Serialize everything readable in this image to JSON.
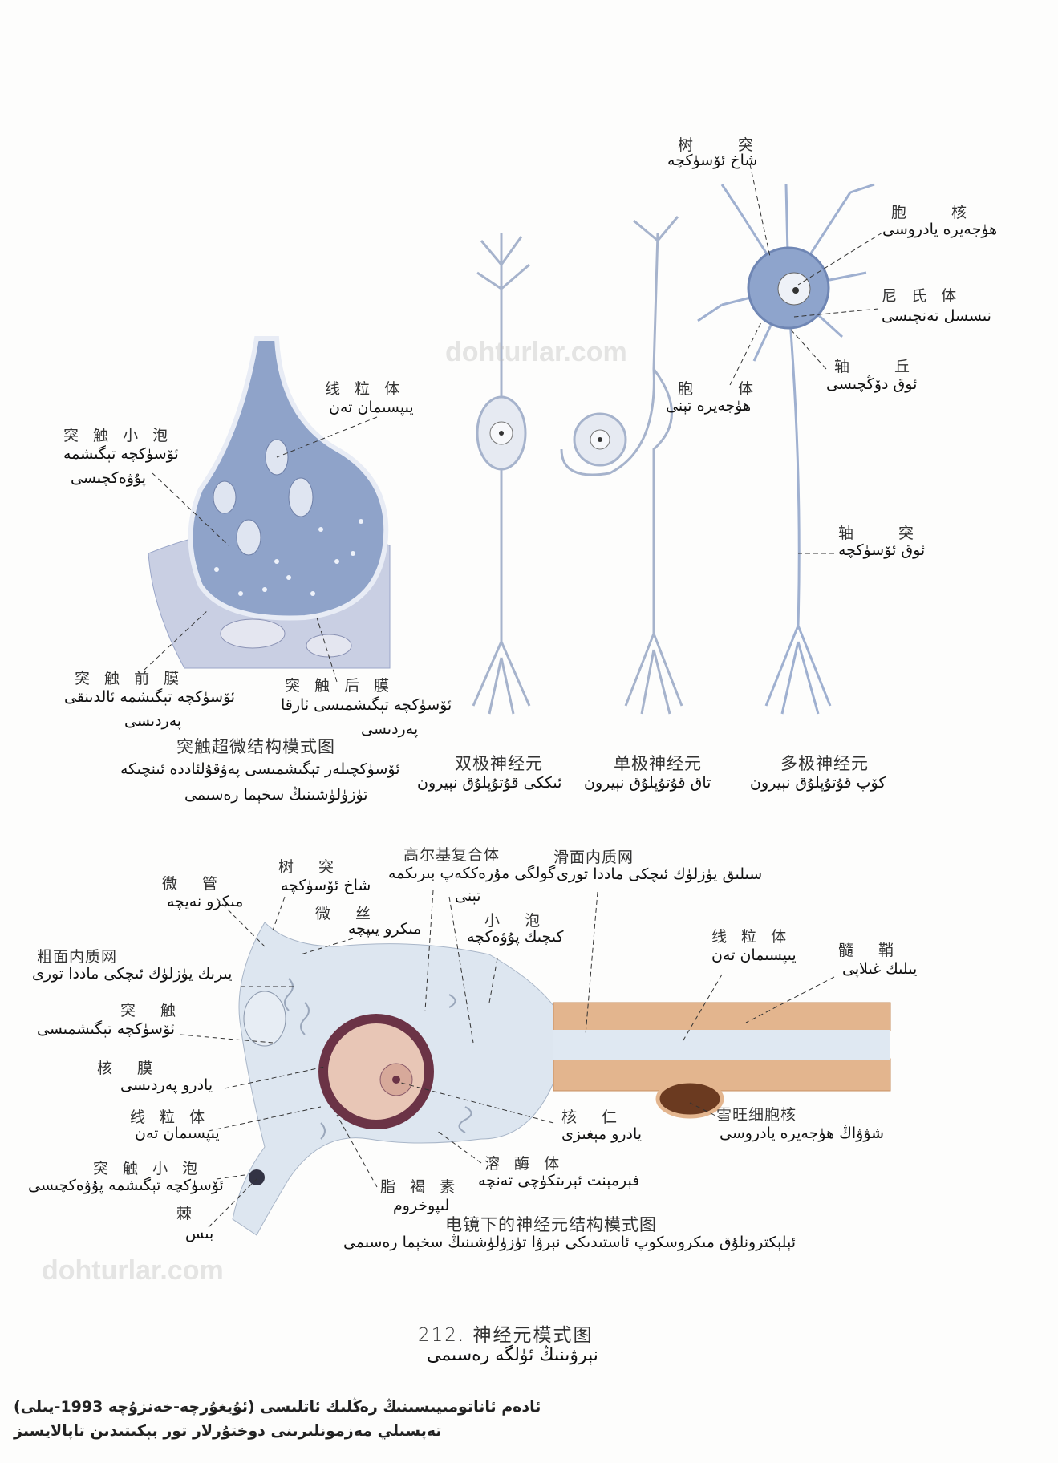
{
  "synapse": {
    "mitochondrion": {
      "zh": "线 粒 体",
      "ug": "يىپسىمان تەن"
    },
    "vesicle": {
      "zh": "突 触 小 泡",
      "ug1": "ئۆسۈكچە تېگىشمە",
      "ug2": "پۇۋەكچىسى"
    },
    "presynaptic": {
      "zh": "突 触 前 膜",
      "ug1": "ئۆسۈكچە تېگىشمە ئالدىنقى",
      "ug2": "پەردىسى"
    },
    "postsynaptic": {
      "zh": "突 触 后 膜",
      "ug1": "ئۆسۈكچە تېگىشمىسى ئارقا",
      "ug2": "پەردىسى"
    },
    "caption": {
      "zh": "突触超微结构模式图",
      "ug1": "ئۆسۈكچىلەر تېگىشمىسى پەۋقۇلئاددە ئىنچىكە",
      "ug2": "تۈزۈلۈشىنىڭ سخېما رەسىمى"
    }
  },
  "neurons": {
    "dendrite": {
      "zh": "树　　突",
      "ug": "شاخ ئۆسۈكچە"
    },
    "nucleus": {
      "zh": "胞　　核",
      "ug": "ھۈجەيرە يادروسى"
    },
    "nissl": {
      "zh": "尼 氏 体",
      "ug": "نىسسل تەنچىسى"
    },
    "axon_hillock": {
      "zh": "轴　　丘",
      "ug": "ئوق دۆڭچىسى"
    },
    "soma": {
      "zh": "胞　　体",
      "ug": "ھۈجەيرە تېنى"
    },
    "axon": {
      "zh": "轴　　突",
      "ug": "ئوق ئۆسۈكچە"
    },
    "bipolar": {
      "zh": "双极神经元",
      "ug": "ئىككى قۇتۇپلۇق نېيرون"
    },
    "unipolar": {
      "zh": "单极神经元",
      "ug": "تاق قۇتۇپلۇق نېيرون"
    },
    "multipolar": {
      "zh": "多极神经元",
      "ug": "كۆپ قۇتۇپلۇق نېيرون"
    }
  },
  "em": {
    "microtubule": {
      "zh": "微　管",
      "ug": "مىكرو نەيچە"
    },
    "dendrite": {
      "zh": "树　突",
      "ug": "شاخ ئۆسۈكچە"
    },
    "microfilament": {
      "zh": "微　丝",
      "ug": "مىكرو يىپچە"
    },
    "golgi": {
      "zh": "高尔基复合体",
      "ug1": "گولگى مۇرەككەپ بىرىكمە",
      "ug2": "تېنى"
    },
    "small_vesicle": {
      "zh": "小　泡",
      "ug": "كىچىك پۇۋەكچە"
    },
    "smooth_er": {
      "zh": "滑面内质网",
      "ug": "سىلىق يۈزلۈك ئىچكى ماددا تورى"
    },
    "rough_er": {
      "zh": "粗面内质网",
      "ug": "يىرىك يۈزلۈك ئىچكى ماددا تورى"
    },
    "synapse": {
      "zh": "突　触",
      "ug": "ئۆسۈكچە تېگىشمىسى"
    },
    "nuclear_membrane": {
      "zh": "核　膜",
      "ug": "يادرو پەردىسى"
    },
    "mitochondrion": {
      "zh": "线 粒 体",
      "ug": "يىپسىمان تەن"
    },
    "synaptic_vesicle": {
      "zh": "突 触 小 泡",
      "ug": "ئۆسۈكچە تېگىشمە پۇۋەكچىسى"
    },
    "spine": {
      "zh": "棘",
      "ug": "بىس"
    },
    "lipofuscin": {
      "zh": "脂 褐 素",
      "ug": "لىپوخروم"
    },
    "lysosome": {
      "zh": "溶 酶 体",
      "ug": "فېرمېنت ئېرىتكۈچى تەنچە"
    },
    "nucleolus": {
      "zh": "核　仁",
      "ug": "يادرو مېغىزى"
    },
    "schwann": {
      "zh": "雪旺细胞核",
      "ug": "شۋۋاڭ ھۈجەيرە يادروسى"
    },
    "axon_mito": {
      "zh": "线 粒 体",
      "ug": "يىپسىمان تەن"
    },
    "myelin": {
      "zh": "髓　鞘",
      "ug": "يىلىك غىلاپى"
    },
    "caption": {
      "zh": "电镜下的神经元结构模式图",
      "ug": "ئېلېكترونلۇق مىكروسكوپ ئاستىدىكى نېرۋا تۈزۈلۈشىنىڭ سخېما رەسىمى"
    }
  },
  "figure": {
    "zh": "212.  神经元模式图",
    "ug": "نېرۋىنىڭ ئۈلگە رەسىمى"
  },
  "footer": {
    "line1": "ئادەم ئاناتومىيىسىنىڭ رەڭلىك ئاتلىسى (ئۇيغۇرچە-خەنزۇچە 1993-يىلى)",
    "line2": "تەپسىلي مەزمونلىرىنى دوختۇرلار تور بېكىتىدىن تاپالايسىز"
  },
  "watermark": {
    "text": "dohturlar.com"
  },
  "colors": {
    "neuron": "#b9c6dc",
    "synapse": "#8fa3c9",
    "myelin": "#e3b58e",
    "nucleus": "#6b3346"
  }
}
